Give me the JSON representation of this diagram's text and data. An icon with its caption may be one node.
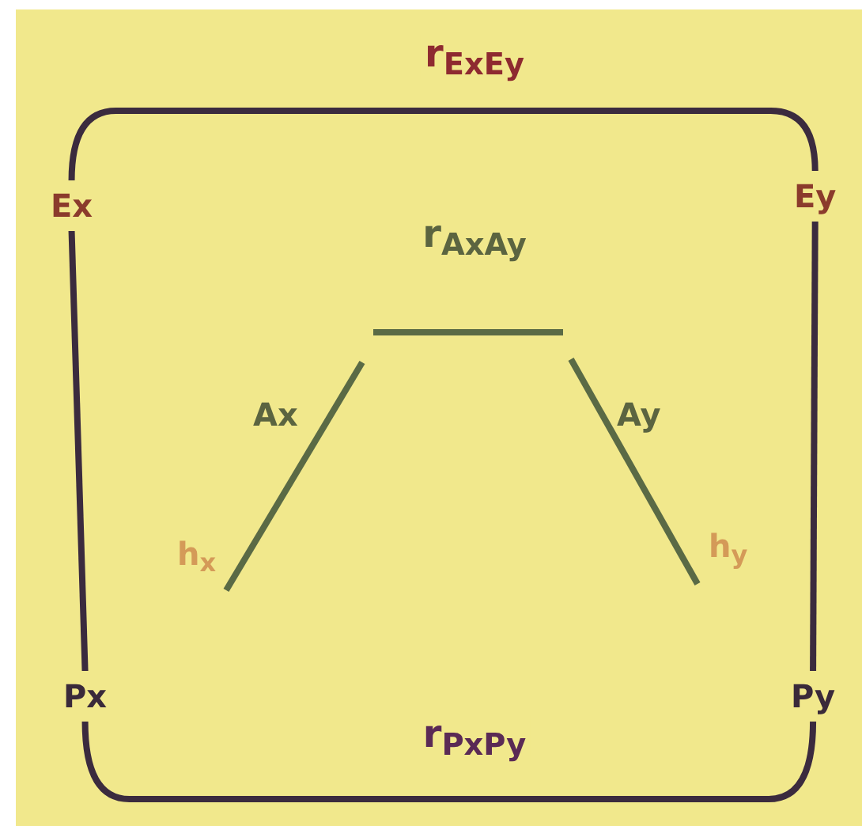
{
  "diagram": {
    "nodes": [
      {
        "text": [
          "Ex"
        ]
      },
      {
        "text": [
          "Ey"
        ]
      },
      {
        "text": [
          "Px"
        ]
      },
      {
        "text": [
          "Py"
        ]
      }
    ],
    "edges": [
      {
        "from": 0,
        "to": 1,
        "arrow": "none",
        "label": "r$_{ExEy}$"
      },
      {
        "from": 0,
        "to": 2,
        "arrow": "none"
      },
      {
        "from": 3,
        "to": 1,
        "arrow": "none"
      },
      {
        "from": 2,
        "to": 3,
        "arrow": "none",
        "label": "r$_{PxPy}$"
      }
    ],
    "labels": [
      "r$_{AxAy}$",
      "Ax",
      "Ay",
      "h$_{x}$",
      "h$_{y}$"
    ]
  }
}
